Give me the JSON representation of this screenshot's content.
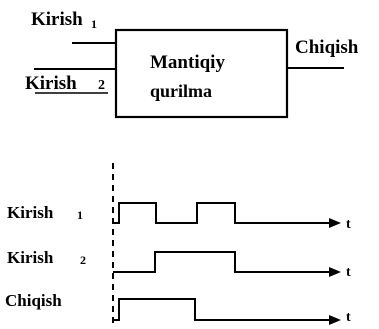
{
  "block": {
    "input1_label": "Kirish",
    "input1_index": "1",
    "input2_label": "Kirish",
    "input2_index": "2",
    "box_line1": "Mantiqiy",
    "box_line2": "qurilma",
    "output_label": "Chiqish"
  },
  "timing": {
    "rows": [
      {
        "label": "Kirish",
        "index": "1",
        "axis": "t"
      },
      {
        "label": "Kirish",
        "index": "2",
        "axis": "t"
      },
      {
        "label": "Chiqish",
        "index": "",
        "axis": "t"
      }
    ]
  },
  "colors": {
    "ink": "#000000",
    "background": "#ffffff"
  }
}
